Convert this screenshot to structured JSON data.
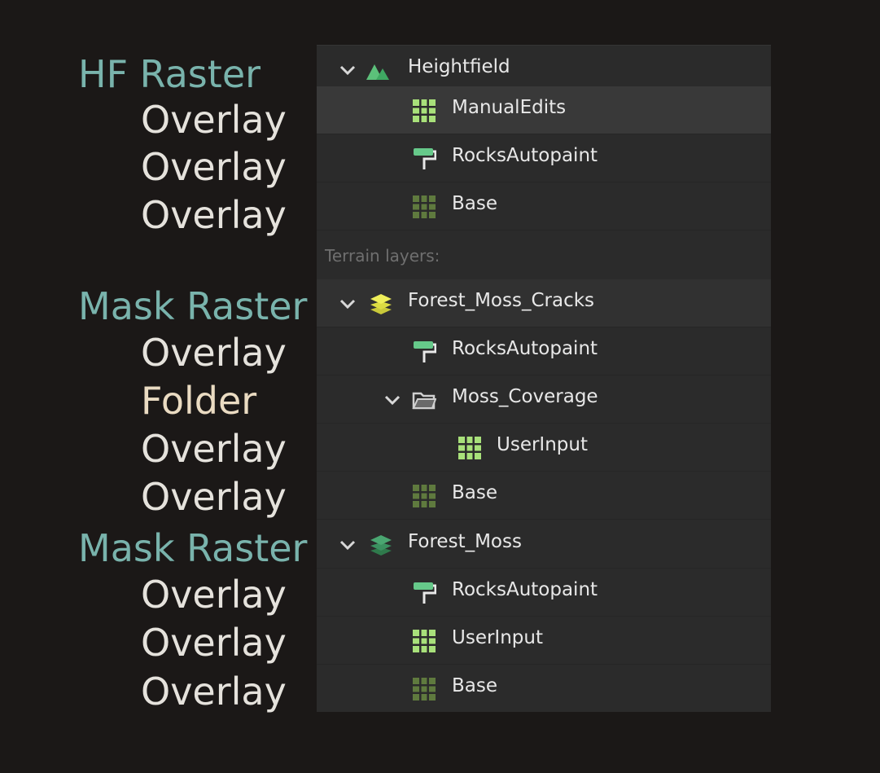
{
  "annotations": [
    {
      "text": "HF Raster",
      "kind": "head"
    },
    {
      "text": "Overlay",
      "kind": "overlay"
    },
    {
      "text": "Overlay",
      "kind": "overlay"
    },
    {
      "text": "Overlay",
      "kind": "overlay"
    },
    {
      "text": "Mask Raster",
      "kind": "head"
    },
    {
      "text": "Overlay",
      "kind": "overlay"
    },
    {
      "text": "Folder",
      "kind": "folder"
    },
    {
      "text": "Overlay",
      "kind": "overlay"
    },
    {
      "text": "Overlay",
      "kind": "overlay"
    },
    {
      "text": "Mask Raster",
      "kind": "head"
    },
    {
      "text": "Overlay",
      "kind": "overlay"
    },
    {
      "text": "Overlay",
      "kind": "overlay"
    },
    {
      "text": "Overlay",
      "kind": "overlay"
    }
  ],
  "colors": {
    "annotation_head": "#79b3ac",
    "annotation_overlay": "#e5e2dc",
    "annotation_folder": "#eadbc2",
    "panel_bg": "#2b2b2b",
    "row_selected": "#393939",
    "icon_green": "#a8e07a",
    "icon_dim_green": "#5f7a3e",
    "layer_yellow": "#e6e84a"
  },
  "tree": {
    "heightfield": {
      "label": "Heightfield",
      "icon": "mountain-icon",
      "expanded": true
    },
    "hf_children": [
      {
        "label": "ManualEdits",
        "icon": "grid-icon"
      },
      {
        "label": "RocksAutopaint",
        "icon": "paint-roller-icon"
      },
      {
        "label": "Base",
        "icon": "dim-grid-icon"
      }
    ],
    "section_label": "Terrain layers:",
    "layer1": {
      "label": "Forest_Moss_Cracks",
      "icon": "layers-icon",
      "expanded": true
    },
    "layer1_children": [
      {
        "label": "RocksAutopaint",
        "icon": "paint-roller-icon"
      },
      {
        "label": "Moss_Coverage",
        "icon": "folder-icon",
        "expanded": true
      },
      {
        "label": "UserInput",
        "icon": "grid-icon"
      },
      {
        "label": "Base",
        "icon": "dim-grid-icon"
      }
    ],
    "layer2": {
      "label": "Forest_Moss",
      "icon": "layers-icon",
      "expanded": true
    },
    "layer2_children": [
      {
        "label": "RocksAutopaint",
        "icon": "paint-roller-icon"
      },
      {
        "label": "UserInput",
        "icon": "grid-icon"
      },
      {
        "label": "Base",
        "icon": "dim-grid-icon"
      }
    ]
  }
}
